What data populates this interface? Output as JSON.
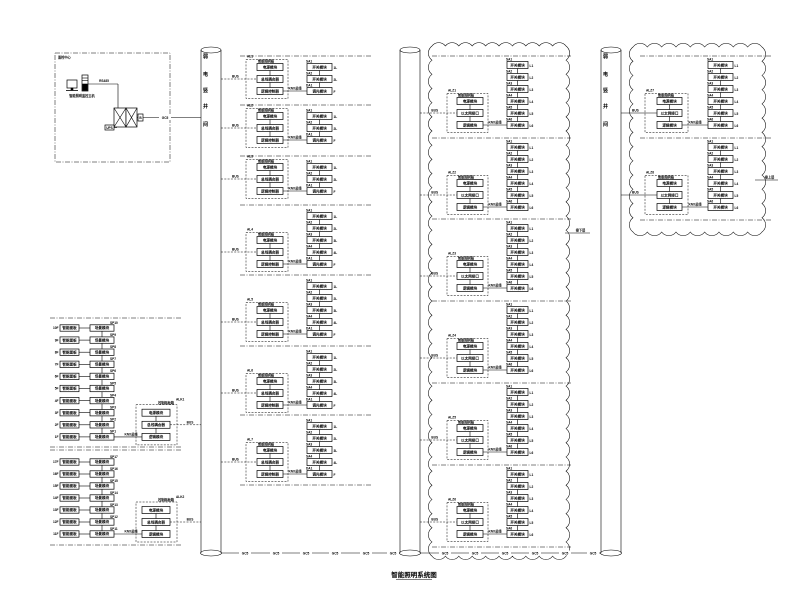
{
  "drawing": {
    "title": "智能照明系统图"
  },
  "control_center": {
    "box_label": "监控中心",
    "computer_label": "智能照明监控主机",
    "network_label": "RS485",
    "ups_label": "UPS",
    "interface_label": "B",
    "trunk_label": "GC5"
  },
  "risers": [
    {
      "label_chars": [
        "弱",
        "电",
        "竖",
        "井",
        "间"
      ]
    },
    {
      "label_chars": []
    },
    {
      "label_chars": [
        "弱",
        "电",
        "竖",
        "井",
        "间"
      ]
    }
  ],
  "bus": {
    "segment_labels": [
      "GC5",
      "GC5",
      "GC5",
      "GC5",
      "GC5",
      "GC5",
      "GC5",
      "GC5",
      "GC5",
      "GC5",
      "GC5",
      "GC5"
    ]
  },
  "riser1_panels": {
    "groups": [
      {
        "panel": "AL1",
        "header": "智能照明箱",
        "modules": [
          "电源模块",
          "总线耦合器",
          "逻辑控制器"
        ],
        "feed_label": "BUS",
        "link_label": "KNX总线",
        "outputs": [
          [
            "SA1",
            "开关模块",
            "1L"
          ],
          [
            "SA2",
            "开关模块",
            "2L"
          ],
          [
            "DA1",
            "调光模块",
            "F"
          ]
        ]
      },
      {
        "panel": "AL2",
        "header": "智能照明箱",
        "modules": [
          "电源模块",
          "总线耦合器",
          "逻辑控制器"
        ],
        "feed_label": "BUS",
        "link_label": "KNX总线",
        "outputs": [
          [
            "SA1",
            "开关模块",
            "1L"
          ],
          [
            "SA2",
            "开关模块",
            "2L"
          ],
          [
            "DA1",
            "调光模块",
            "F"
          ]
        ]
      },
      {
        "panel": "AL3",
        "header": "智能照明箱",
        "modules": [
          "电源模块",
          "总线耦合器",
          "逻辑控制器"
        ],
        "feed_label": "BUS",
        "link_label": "KNX总线",
        "outputs": [
          [
            "SA1",
            "开关模块",
            "1L"
          ],
          [
            "SA2",
            "开关模块",
            "2L"
          ],
          [
            "DA1",
            "调光模块",
            "F"
          ]
        ]
      },
      {
        "panel": "AL4",
        "header": "智能照明箱",
        "modules": [
          "电源模块",
          "总线耦合器",
          "逻辑控制器"
        ],
        "feed_label": "BUS",
        "link_label": "KNX总线",
        "outputs": [
          [
            "SA1",
            "开关模块",
            "1L"
          ],
          [
            "SA2",
            "开关模块",
            "2L"
          ],
          [
            "SA3",
            "开关模块",
            "3L"
          ],
          [
            "SA4",
            "开关模块",
            "4L"
          ],
          [
            "DA1",
            "调光模块",
            "F"
          ]
        ]
      },
      {
        "panel": "AL5",
        "header": "智能照明箱",
        "modules": [
          "电源模块",
          "总线耦合器",
          "逻辑控制器"
        ],
        "feed_label": "BUS",
        "link_label": "KNX总线",
        "outputs": [
          [
            "SA1",
            "开关模块",
            "1L"
          ],
          [
            "SA2",
            "开关模块",
            "2L"
          ],
          [
            "SA3",
            "开关模块",
            "3L"
          ],
          [
            "SA4",
            "开关模块",
            "4L"
          ],
          [
            "DA1",
            "调光模块",
            "F"
          ]
        ]
      },
      {
        "panel": "AL6",
        "header": "智能照明箱",
        "modules": [
          "电源模块",
          "总线耦合器",
          "逻辑控制器"
        ],
        "feed_label": "BUS",
        "link_label": "KNX总线",
        "outputs": [
          [
            "SA1",
            "开关模块",
            "1L"
          ],
          [
            "SA2",
            "开关模块",
            "2L"
          ],
          [
            "SA3",
            "开关模块",
            "3L"
          ],
          [
            "SA4",
            "开关模块",
            "4L"
          ],
          [
            "DA1",
            "调光模块",
            "F"
          ]
        ]
      },
      {
        "panel": "AL7",
        "header": "智能照明箱",
        "modules": [
          "电源模块",
          "总线耦合器",
          "逻辑控制器"
        ],
        "feed_label": "BUS",
        "link_label": "KNX总线",
        "outputs": [
          [
            "SA1",
            "开关模块",
            "1L"
          ],
          [
            "SA2",
            "开关模块",
            "2L"
          ],
          [
            "SA3",
            "开关模块",
            "3L"
          ],
          [
            "SA4",
            "开关模块",
            "4L"
          ],
          [
            "DA1",
            "调光模块",
            "F"
          ]
        ]
      }
    ]
  },
  "riser2_panels": {
    "side_label": "接下层",
    "groups": [
      {
        "panel": "ALZ1",
        "header": "智能照明箱",
        "modules": [
          "电源模块",
          "以太网接口",
          "逻辑模块"
        ],
        "feed_label": "BUS",
        "link_label": "KNX总线",
        "outputs": [
          [
            "SA1",
            "开关模块",
            "L1"
          ],
          [
            "SA2",
            "开关模块",
            "L2"
          ],
          [
            "SA3",
            "开关模块",
            "L3"
          ],
          [
            "SA4",
            "开关模块",
            "L4"
          ],
          [
            "SA5",
            "开关模块",
            "L5"
          ],
          [
            "SA6",
            "开关模块",
            "L6"
          ]
        ]
      },
      {
        "panel": "ALZ2",
        "header": "智能照明箱",
        "modules": [
          "电源模块",
          "以太网接口",
          "逻辑模块"
        ],
        "feed_label": "BUS",
        "link_label": "KNX总线",
        "outputs": [
          [
            "SA1",
            "开关模块",
            "L1"
          ],
          [
            "SA2",
            "开关模块",
            "L2"
          ],
          [
            "SA3",
            "开关模块",
            "L3"
          ],
          [
            "SA4",
            "开关模块",
            "L4"
          ],
          [
            "SA5",
            "开关模块",
            "L5"
          ],
          [
            "SA6",
            "开关模块",
            "L6"
          ]
        ]
      },
      {
        "panel": "ALZ3",
        "header": "智能照明箱",
        "modules": [
          "电源模块",
          "以太网接口",
          "逻辑模块"
        ],
        "feed_label": "BUS",
        "link_label": "KNX总线",
        "outputs": [
          [
            "SA1",
            "开关模块",
            "L1"
          ],
          [
            "SA2",
            "开关模块",
            "L2"
          ],
          [
            "SA3",
            "开关模块",
            "L3"
          ],
          [
            "SA4",
            "开关模块",
            "L4"
          ],
          [
            "SA5",
            "开关模块",
            "L5"
          ],
          [
            "SA6",
            "开关模块",
            "L6"
          ]
        ]
      },
      {
        "panel": "ALZ4",
        "header": "智能照明箱",
        "modules": [
          "电源模块",
          "以太网接口",
          "逻辑模块"
        ],
        "feed_label": "BUS",
        "link_label": "KNX总线",
        "outputs": [
          [
            "SA1",
            "开关模块",
            "L1"
          ],
          [
            "SA2",
            "开关模块",
            "L2"
          ],
          [
            "SA3",
            "开关模块",
            "L3"
          ],
          [
            "SA4",
            "开关模块",
            "L4"
          ],
          [
            "SA5",
            "开关模块",
            "L5"
          ],
          [
            "SA6",
            "开关模块",
            "L6"
          ]
        ]
      },
      {
        "panel": "ALZ5",
        "header": "智能照明箱",
        "modules": [
          "电源模块",
          "以太网接口",
          "逻辑模块"
        ],
        "feed_label": "BUS",
        "link_label": "KNX总线",
        "outputs": [
          [
            "SA1",
            "开关模块",
            "L1"
          ],
          [
            "SA2",
            "开关模块",
            "L2"
          ],
          [
            "SA3",
            "开关模块",
            "L3"
          ],
          [
            "SA4",
            "开关模块",
            "L4"
          ],
          [
            "SA5",
            "开关模块",
            "L5"
          ],
          [
            "SA6",
            "开关模块",
            "L6"
          ]
        ]
      },
      {
        "panel": "ALZ6",
        "header": "智能照明箱",
        "modules": [
          "电源模块",
          "以太网接口",
          "逻辑模块"
        ],
        "feed_label": "BUS",
        "link_label": "KNX总线",
        "outputs": [
          [
            "SA1",
            "开关模块",
            "L1"
          ],
          [
            "SA2",
            "开关模块",
            "L2"
          ],
          [
            "SA3",
            "开关模块",
            "L3"
          ],
          [
            "SA4",
            "开关模块",
            "L4"
          ],
          [
            "SA5",
            "开关模块",
            "L5"
          ],
          [
            "SA6",
            "开关模块",
            "L6"
          ]
        ]
      }
    ]
  },
  "riser3_panels": {
    "side_label": "接上层",
    "groups": [
      {
        "panel": "ALZ7",
        "header": "智能照明箱",
        "modules": [
          "电源模块",
          "以太网接口",
          "逻辑模块"
        ],
        "feed_label": "BUS",
        "link_label": "KNX总线",
        "outputs": [
          [
            "SA1",
            "开关模块",
            "L1"
          ],
          [
            "SA2",
            "开关模块",
            "L2"
          ],
          [
            "SA3",
            "开关模块",
            "L3"
          ],
          [
            "SA4",
            "开关模块",
            "L4"
          ],
          [
            "SA5",
            "开关模块",
            "L5"
          ],
          [
            "SA6",
            "开关模块",
            "L6"
          ]
        ]
      },
      {
        "panel": "ALZ8",
        "header": "智能照明箱",
        "modules": [
          "电源模块",
          "以太网接口",
          "逻辑模块"
        ],
        "feed_label": "BUS",
        "link_label": "KNX总线",
        "outputs": [
          [
            "SA1",
            "开关模块",
            "L1"
          ],
          [
            "SA2",
            "开关模块",
            "L2"
          ],
          [
            "SA3",
            "开关模块",
            "L3"
          ],
          [
            "SA4",
            "开关模块",
            "L4"
          ],
          [
            "SA5",
            "开关模块",
            "L5"
          ],
          [
            "SA6",
            "开关模块",
            "L6"
          ]
        ]
      }
    ]
  },
  "left_panels": [
    {
      "panel": "ALK1",
      "header": "控制面板箱",
      "modules": [
        "电源模块",
        "总线耦合器",
        "逻辑模块"
      ],
      "feed_label": "BUS",
      "link_label": "KNX总线",
      "rows": [
        [
          "10F",
          "智能面板",
          "场景模块",
          "SP10"
        ],
        [
          "9F",
          "智能面板",
          "场景模块",
          "SP9"
        ],
        [
          "8F",
          "智能面板",
          "场景模块",
          "SP8"
        ],
        [
          "7F",
          "智能面板",
          "场景模块",
          "SP7"
        ],
        [
          "6F",
          "智能面板",
          "场景模块",
          "SP6"
        ],
        [
          "5F",
          "智能面板",
          "场景模块",
          "SP5"
        ],
        [
          "4F",
          "智能面板",
          "场景模块",
          "SP4"
        ],
        [
          "3F",
          "智能面板",
          "场景模块",
          "SP3"
        ],
        [
          "2F",
          "智能面板",
          "场景模块",
          "SP2"
        ],
        [
          "1F",
          "智能面板",
          "场景模块",
          "SP1"
        ]
      ]
    },
    {
      "panel": "ALK2",
      "header": "控制面板箱",
      "modules": [
        "电源模块",
        "总线耦合器",
        "逻辑模块"
      ],
      "feed_label": "BUS",
      "link_label": "KNX总线",
      "rows": [
        [
          "17F",
          "智能面板",
          "场景模块",
          "SP17"
        ],
        [
          "16F",
          "智能面板",
          "场景模块",
          "SP16"
        ],
        [
          "15F",
          "智能面板",
          "场景模块",
          "SP15"
        ],
        [
          "14F",
          "智能面板",
          "场景模块",
          "SP14"
        ],
        [
          "13F",
          "智能面板",
          "场景模块",
          "SP13"
        ],
        [
          "12F",
          "智能面板",
          "场景模块",
          "SP12"
        ],
        [
          "11F",
          "智能面板",
          "场景模块",
          "SP11"
        ]
      ]
    }
  ]
}
